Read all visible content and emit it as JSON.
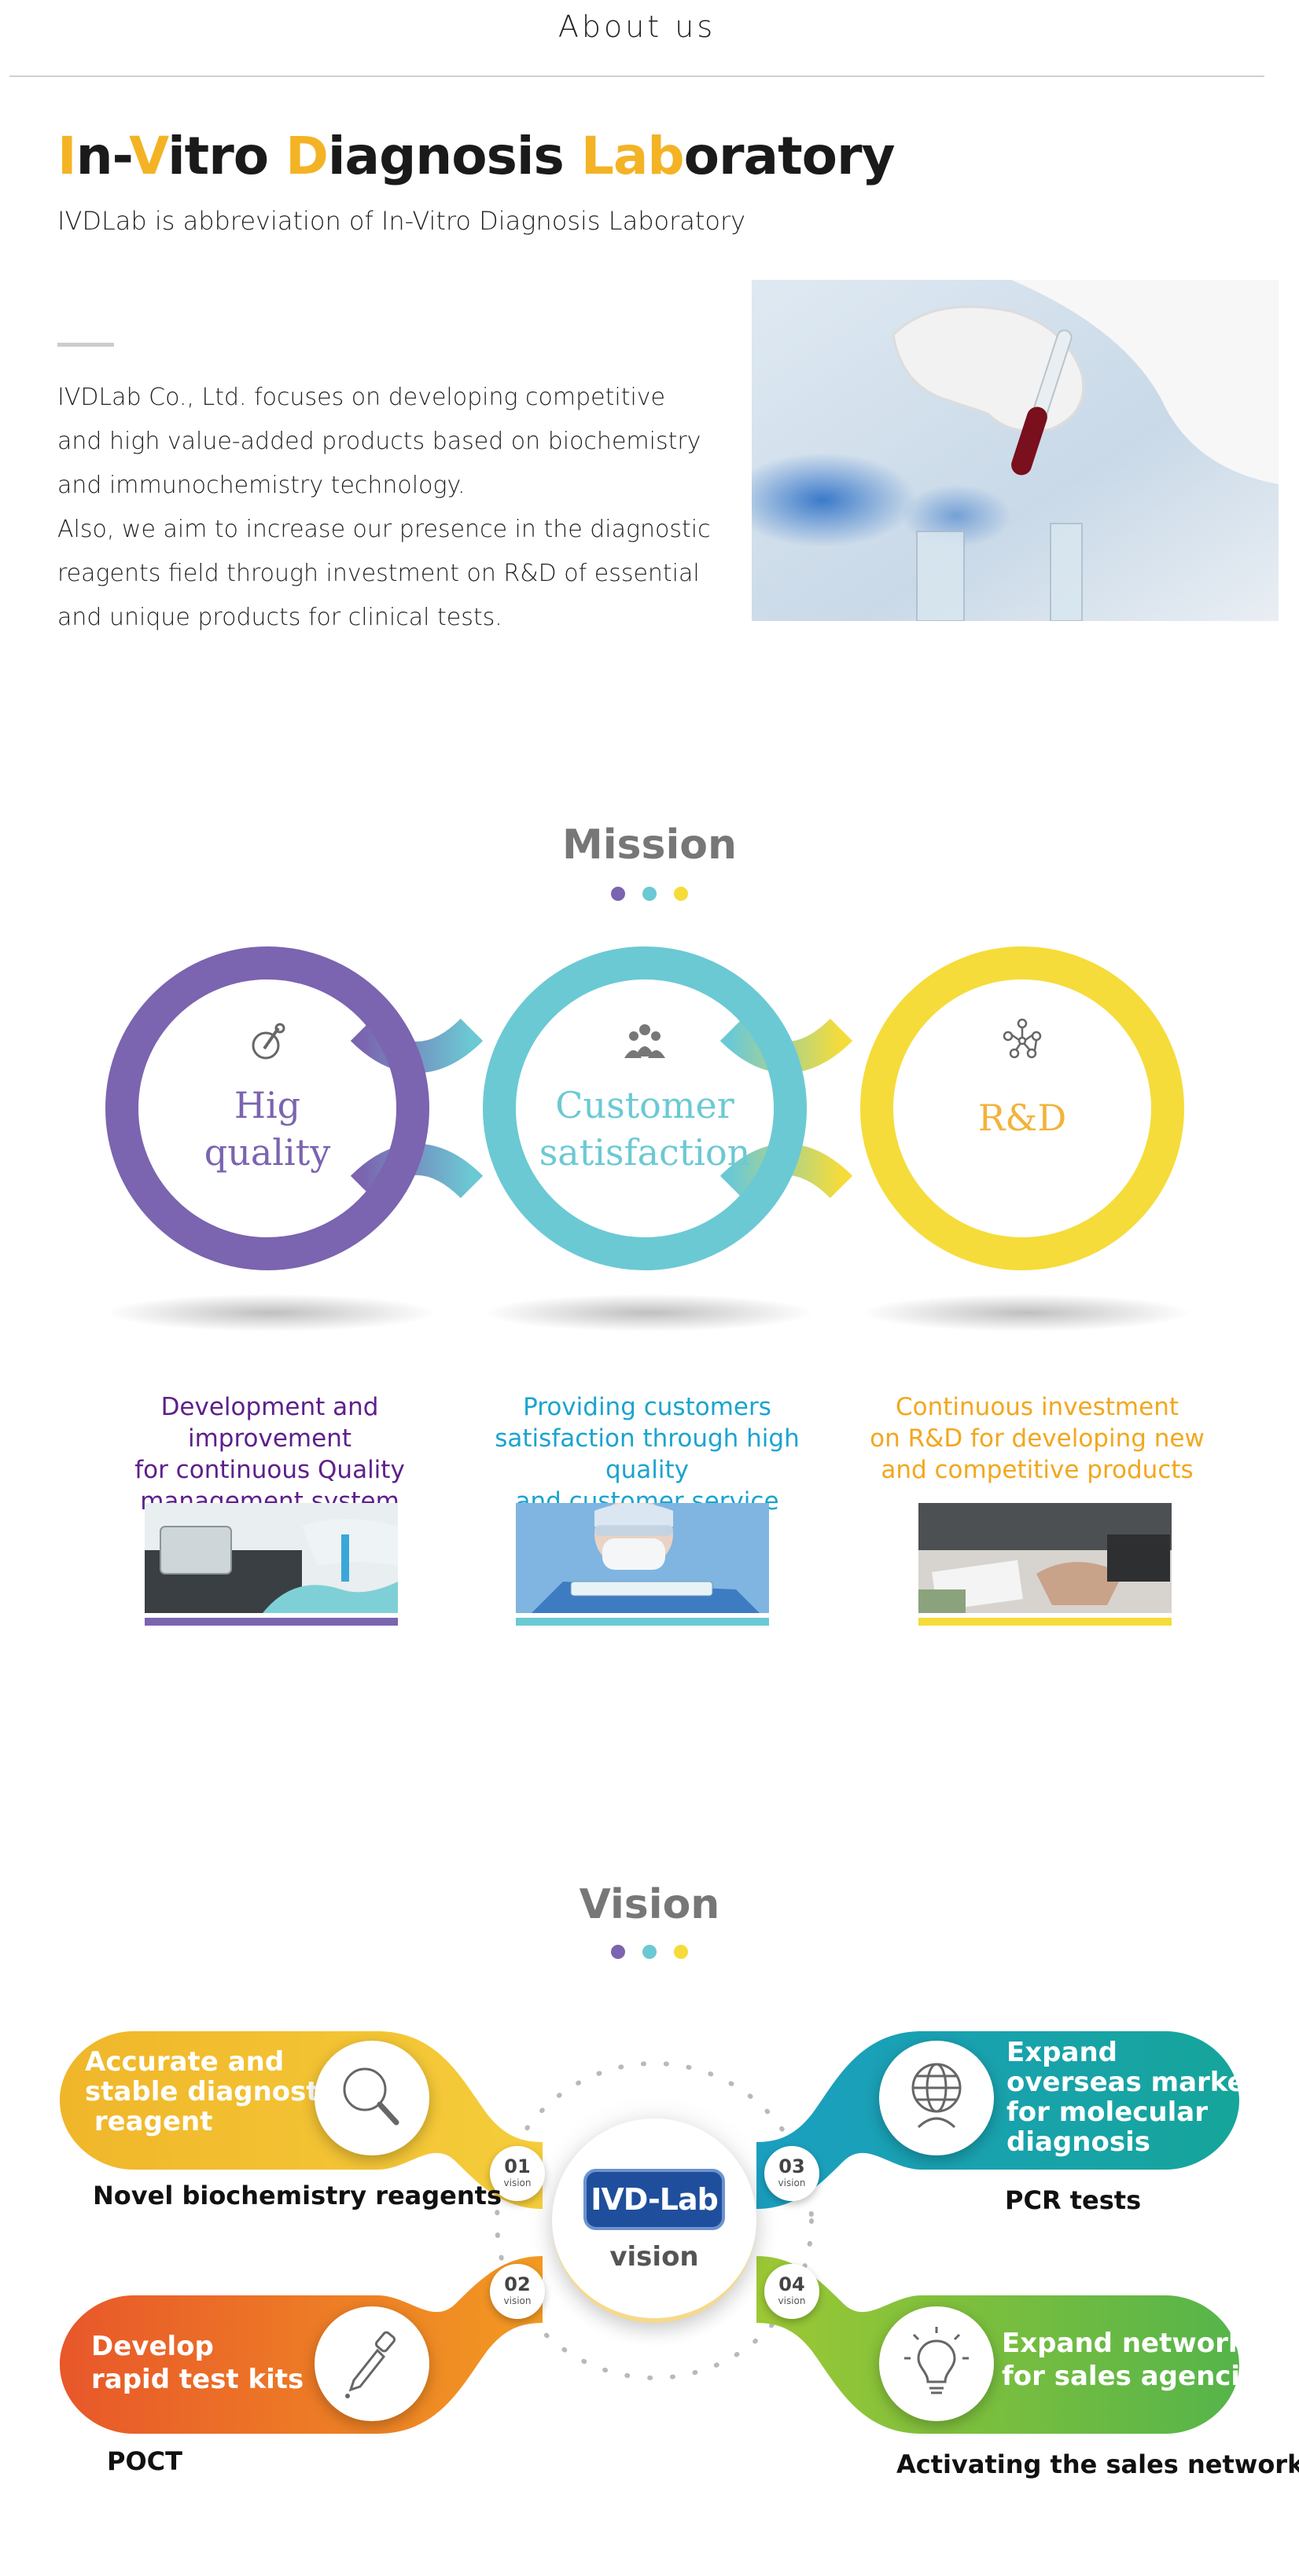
{
  "about": {
    "heading": "About us",
    "title_parts": [
      "I",
      "n-",
      "V",
      "itro ",
      "D",
      "iagnosis ",
      "Lab",
      "oratory"
    ],
    "subtitle": "IVDLab is abbreviation of In-Vitro Diagnosis Laboratory",
    "body_lines": [
      "IVDLab Co., Ltd. focuses on developing competitive",
      "and high value-added products based on biochemistry",
      "and immunochemistry technology.",
      "Also, we aim to increase our presence in the diagnostic",
      "reagents field through investment on R&D of essential",
      "and unique products for clinical tests."
    ]
  },
  "colors": {
    "accent": "#f4b325",
    "purple": "#7b64b0",
    "teal": "#6bc9d4",
    "yellow": "#f5dc3a",
    "mission_purple_text": "#5e1f8c",
    "mission_teal_text": "#1ba4cf",
    "mission_yellow_text": "#f2a71e"
  },
  "mission": {
    "title": "Mission",
    "circles": [
      {
        "label_line1": "Hig",
        "label_line2": "quality",
        "icon": "tube-magnifier-icon"
      },
      {
        "label_line1": "Customer",
        "label_line2": "satisfaction",
        "icon": "people-group-icon"
      },
      {
        "label_line1": "R&D",
        "label_line2": "",
        "icon": "molecule-network-icon"
      }
    ],
    "items": [
      {
        "lines": [
          "Development and improvement",
          "for continuous Quality",
          "management system"
        ]
      },
      {
        "lines": [
          "Providing customers",
          "satisfaction through high quality",
          "and customer service"
        ]
      },
      {
        "lines": [
          "Continuous investment",
          "on R&D for developing new",
          "and competitive products"
        ]
      }
    ]
  },
  "vision": {
    "title": "Vision",
    "center_logo": "IVD-Lab",
    "center_word": "vision",
    "items": [
      {
        "number": "01",
        "tag": "vision",
        "lines": [
          "Accurate and",
          "stable diagnostic",
          " reagent"
        ],
        "caption": "Novel biochemistry reagents",
        "icon": "magnifier-icon"
      },
      {
        "number": "02",
        "tag": "vision",
        "lines": [
          "Develop",
          "rapid test kits"
        ],
        "caption": "POCT",
        "icon": "dropper-icon"
      },
      {
        "number": "03",
        "tag": "vision",
        "lines": [
          "Expand",
          "overseas markets",
          "for molecular",
          "diagnosis"
        ],
        "caption": "PCR tests",
        "icon": "globe-person-icon"
      },
      {
        "number": "04",
        "tag": "vision",
        "lines": [
          "Expand network",
          "for sales agencies"
        ],
        "caption": "Activating the sales network",
        "icon": "lightbulb-icon"
      }
    ]
  }
}
